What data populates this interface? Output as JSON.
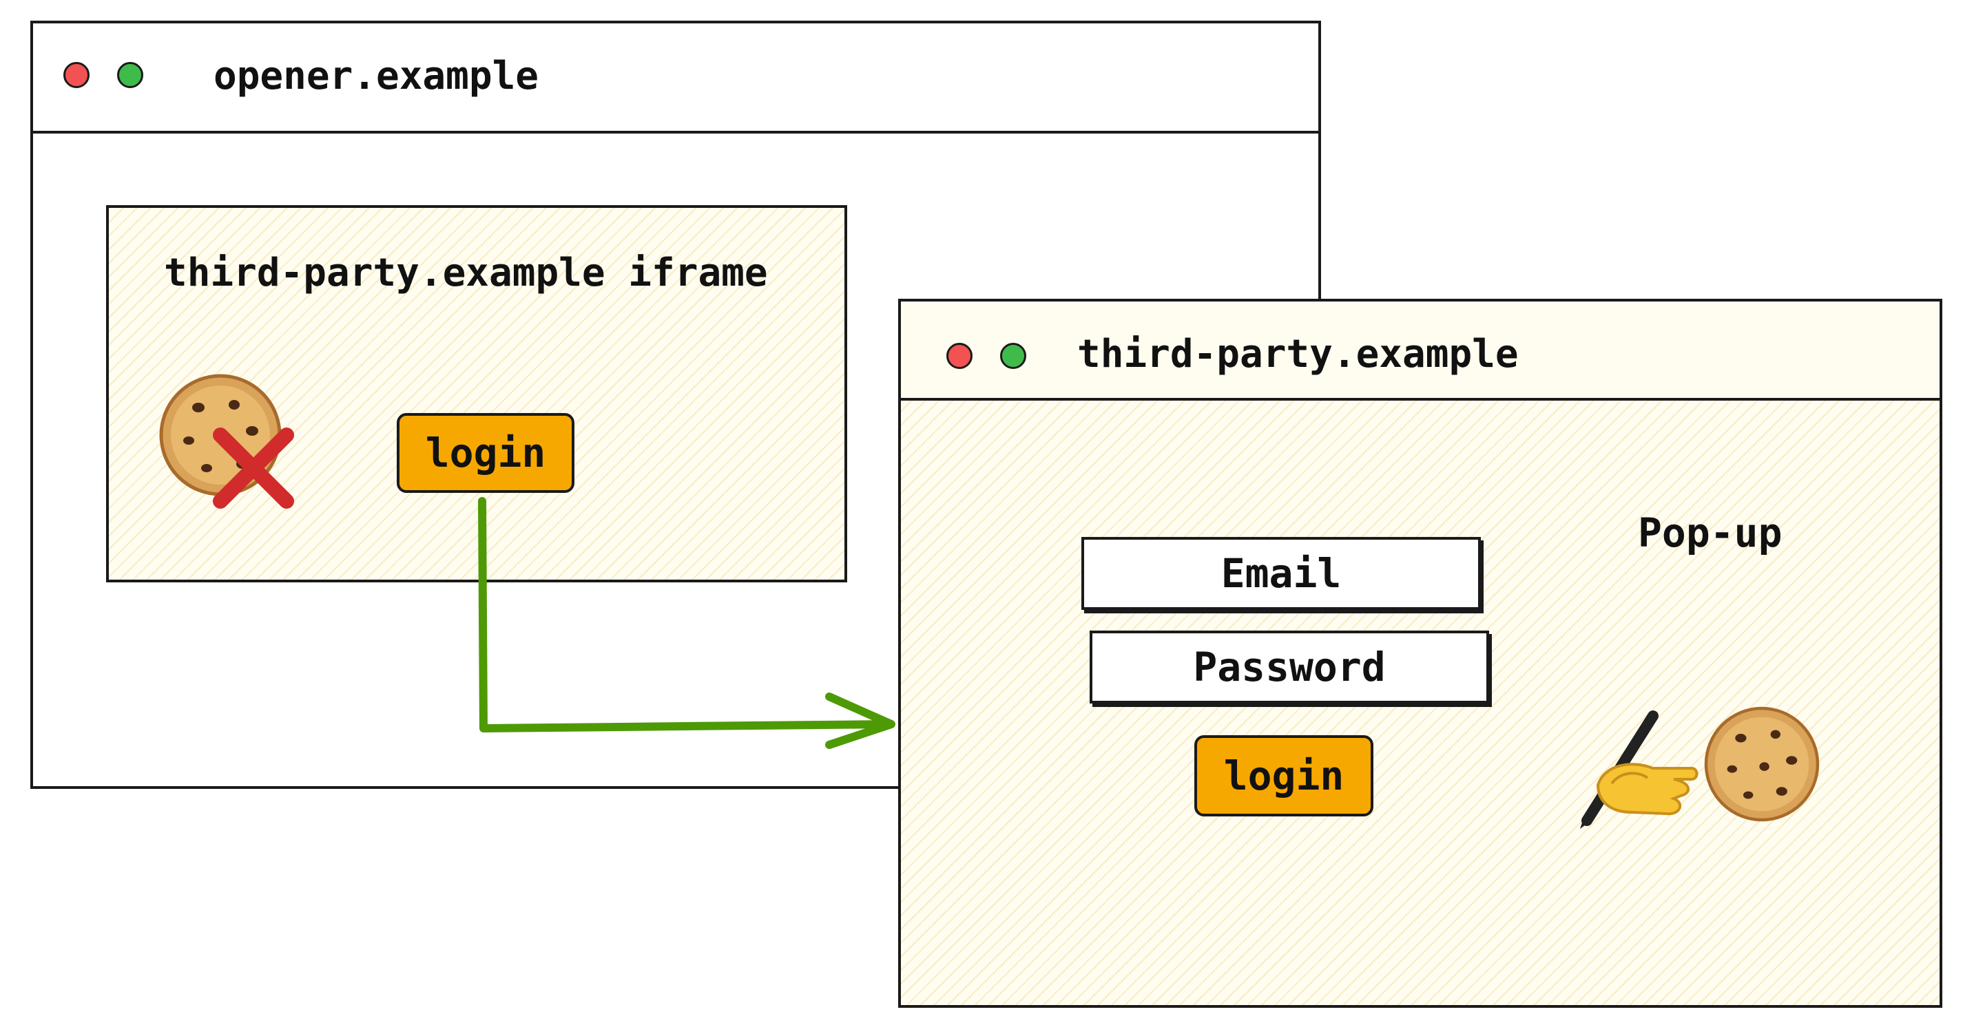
{
  "opener_window": {
    "title": "opener.example",
    "iframe": {
      "label": "third-party.example iframe",
      "login_label": "login"
    }
  },
  "popup_window": {
    "title": "third-party.example",
    "caption": "Pop-up",
    "email_label": "Email",
    "password_label": "Password",
    "login_label": "login"
  },
  "colors": {
    "close_dot": "#f25252",
    "max_dot": "#3fbb4c",
    "button": "#f7a800",
    "arrow": "#4e9a06",
    "blocked_mark": "#d12b2b"
  },
  "icons": [
    "cookie-icon",
    "blocked-x-icon",
    "writing-hand-icon",
    "cookie-icon"
  ]
}
